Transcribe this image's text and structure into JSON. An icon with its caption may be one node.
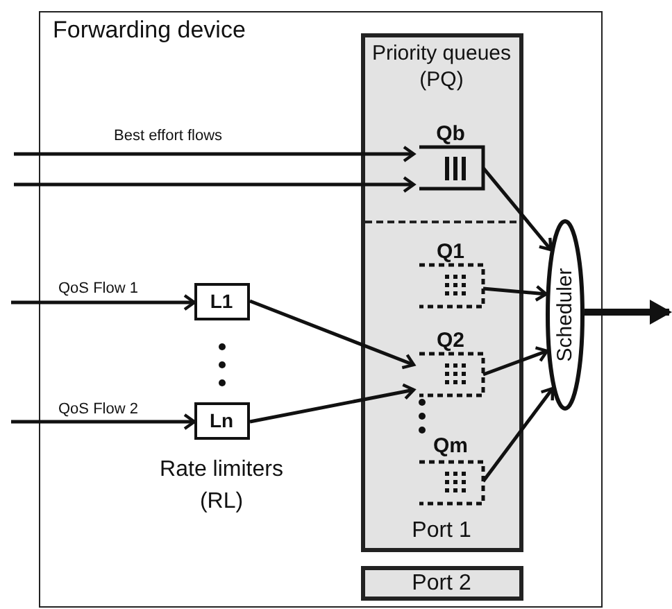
{
  "diagram": {
    "nodes": [
      {
        "text": [
          "Forwarding device"
        ]
      },
      {
        "text": [
          "Priority queues (PQ)",
          "Port 1"
        ],
        "in": 0
      },
      {
        "text": [
          "Qb"
        ],
        "in": 1
      },
      {
        "text": [
          "Q1"
        ],
        "in": 1
      },
      {
        "text": [
          "Q2"
        ],
        "in": 1
      },
      {
        "text": [
          "Qm"
        ],
        "in": 1
      },
      {
        "text": [
          "Scheduler"
        ],
        "in": 0
      },
      {
        "text": [
          "L1"
        ],
        "in": 0
      },
      {
        "text": [
          "Ln"
        ],
        "in": 0,
        "beside": [
          "Rate limiters (RL)"
        ]
      },
      {
        "text": [
          "Port 2"
        ],
        "in": 0
      }
    ],
    "edges": [
      {
        "from": null,
        "to": 2,
        "arrow": "to",
        "label": "Best effort flows"
      },
      {
        "from": null,
        "to": 2,
        "arrow": "to"
      },
      {
        "from": null,
        "to": 7,
        "arrow": "to",
        "label": "QoS Flow 1"
      },
      {
        "from": null,
        "to": 8,
        "arrow": "to",
        "label": "QoS Flow 2"
      },
      {
        "from": 7,
        "to": 4,
        "arrow": "to"
      },
      {
        "from": 8,
        "to": 4,
        "arrow": "to"
      },
      {
        "from": 2,
        "to": 6,
        "arrow": "to"
      },
      {
        "from": 3,
        "to": 6,
        "arrow": "to"
      },
      {
        "from": 4,
        "to": 6,
        "arrow": "to"
      },
      {
        "from": 5,
        "to": 6,
        "arrow": "to"
      },
      {
        "from": 6,
        "to": null,
        "arrow": "to",
        "style": "thick"
      }
    ]
  }
}
